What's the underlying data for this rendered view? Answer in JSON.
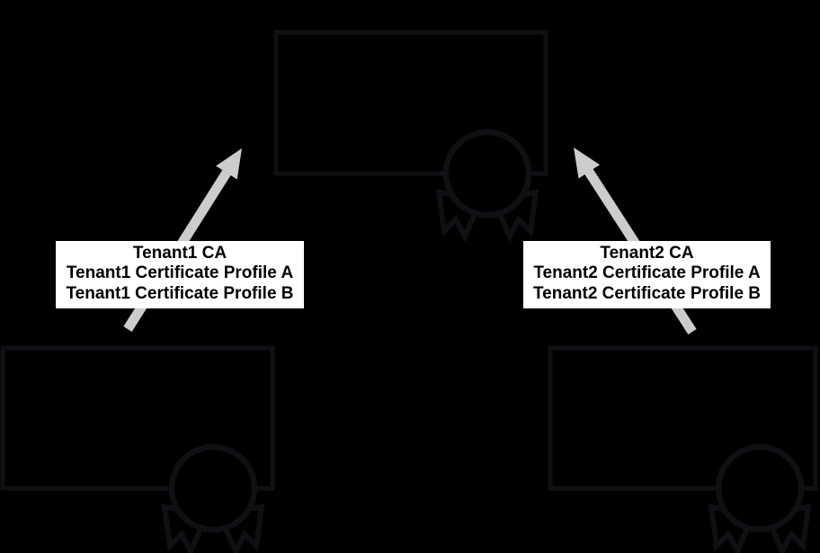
{
  "diagram": {
    "title": "tenant-ca-certificate-hierarchy",
    "background": "#000000",
    "outline_color": "#101014",
    "arrow_color": "#cccccc",
    "label_bg": "#ffffff",
    "label_text_color": "#000000"
  },
  "icons": {
    "certificate_seal": "circle rosette seal with two ribbon tails",
    "arrow_up": "thick light-gray arrow pointing to root certificate box"
  },
  "labels": {
    "tenant1": {
      "line1": "Tenant1 CA",
      "line2": "Tenant1 Certificate Profile A",
      "line3": "Tenant1 Certificate Profile B"
    },
    "tenant2": {
      "line1": "Tenant2 CA",
      "line2": "Tenant2 Certificate Profile A",
      "line3": "Tenant2 Certificate Profile B"
    }
  }
}
